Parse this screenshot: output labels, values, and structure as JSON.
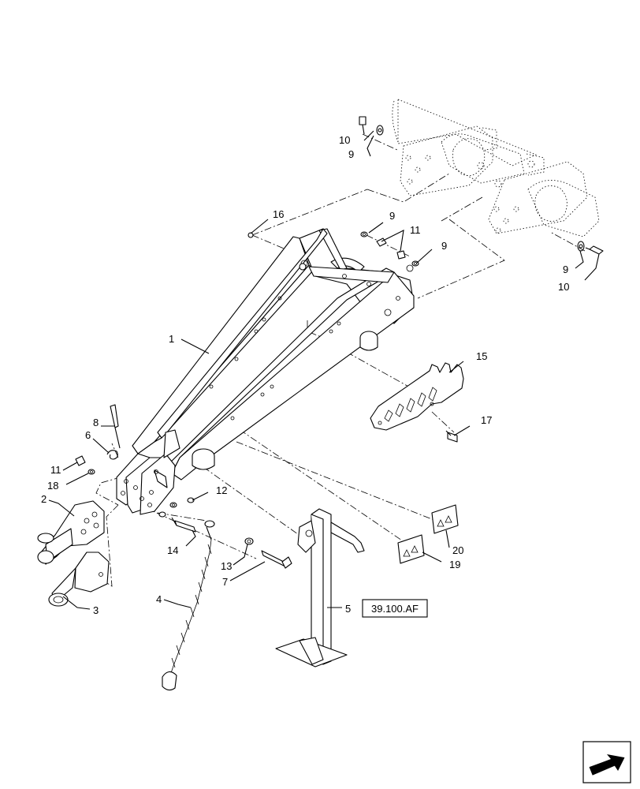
{
  "callouts": {
    "c1": "1",
    "c2": "2",
    "c3": "3",
    "c4": "4",
    "c5": "5",
    "c6": "6",
    "c7": "7",
    "c8": "8",
    "c9a": "9",
    "c9b": "9",
    "c9c": "9",
    "c9d": "9",
    "c10a": "10",
    "c10b": "10",
    "c11a": "11",
    "c11b": "11",
    "c12": "12",
    "c13": "13",
    "c14": "14",
    "c15": "15",
    "c16": "16",
    "c17": "17",
    "c18": "18",
    "c19": "19",
    "c20": "20"
  },
  "reference_box": {
    "label": "39.100.AF"
  },
  "nav_icon": {
    "name": "next-page-arrow-icon"
  }
}
